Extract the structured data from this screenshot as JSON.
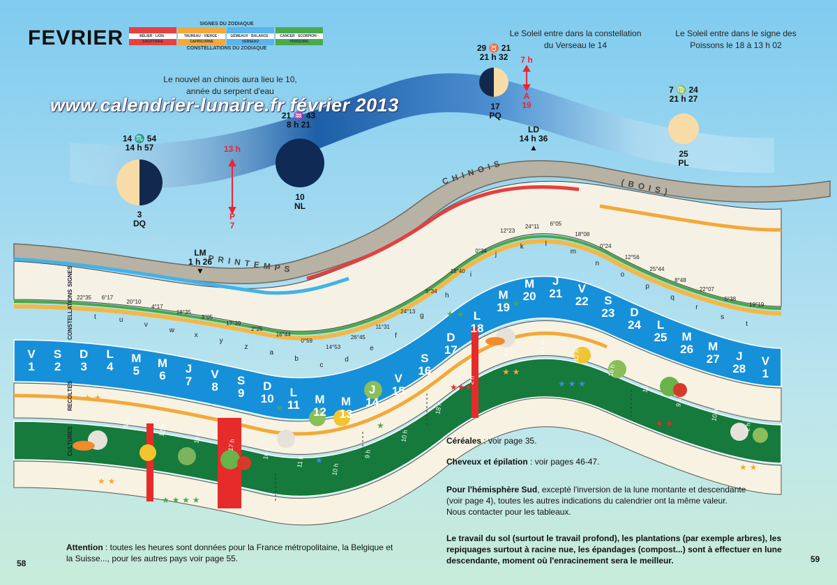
{
  "page": {
    "title": "FEVRIER",
    "page_left": "58",
    "page_right": "59",
    "watermark": "www.calendrier-lunaire.fr février 2013"
  },
  "legend": {
    "top_label": "SIGNES DU ZODIAQUE",
    "bottom_label": "CONSTELLATIONS DU ZODIAQUE",
    "groups": [
      {
        "color": "#e64141",
        "names": "BÉLIER · LION · SAGITTAIRE"
      },
      {
        "color": "#f2a93b",
        "names": "TAUREAU · VIERGE · CAPRICORNE"
      },
      {
        "color": "#5ab5ea",
        "names": "GÉMEAUX · BALANCE · VERSEAU"
      },
      {
        "color": "#4aaa4a",
        "names": "CANCER · SCORPION · POISSONS"
      }
    ]
  },
  "notes": {
    "chinese_new_year_line1": "Le nouvel an chinois aura lieu le 10,",
    "chinese_new_year_line2": "année du serpent d'eau",
    "sun_constellation_line1": "Le Soleil entre dans la constellation",
    "sun_constellation_line2": "du Verseau le 14",
    "sun_sign_line1": "Le Soleil entre dans le signe des",
    "sun_sign_line2": "Poissons le 18 à 13 h 02"
  },
  "moon_phases": [
    {
      "line1": "14 ♏ 54",
      "line2": "14 h 57",
      "day": "3",
      "phase": "DQ"
    },
    {
      "line1": "21 ♒ 43",
      "line2": "8 h 21",
      "day": "10",
      "phase": "NL"
    },
    {
      "line1": "29 ♉ 21",
      "line2": "21 h 32",
      "day": "17",
      "phase": "PQ"
    },
    {
      "line1": "7 ♍ 24",
      "line2": "21 h 27",
      "day": "25",
      "phase": "PL"
    }
  ],
  "perigee": {
    "time": "13 h",
    "label": "P",
    "day": "7"
  },
  "apogee": {
    "time": "7 h",
    "label": "A",
    "day": "19"
  },
  "nodes": [
    {
      "label": "LM",
      "time": "1 h 26"
    },
    {
      "label": "LD",
      "time": "14 h 36"
    }
  ],
  "bands": {
    "printemps": "PRINTEMPS",
    "chinois": "CHINOIS",
    "bois": "(BOIS)"
  },
  "side_labels": [
    "SIGNES",
    "CONSTELLATIONS",
    "RECOLTES",
    "CULTURES"
  ],
  "days": [
    {
      "wd": "V",
      "n": "1"
    },
    {
      "wd": "S",
      "n": "2"
    },
    {
      "wd": "D",
      "n": "3"
    },
    {
      "wd": "L",
      "n": "4"
    },
    {
      "wd": "M",
      "n": "5"
    },
    {
      "wd": "M",
      "n": "6"
    },
    {
      "wd": "J",
      "n": "7"
    },
    {
      "wd": "V",
      "n": "8"
    },
    {
      "wd": "S",
      "n": "9"
    },
    {
      "wd": "D",
      "n": "10"
    },
    {
      "wd": "L",
      "n": "11"
    },
    {
      "wd": "M",
      "n": "12"
    },
    {
      "wd": "M",
      "n": "13"
    },
    {
      "wd": "J",
      "n": "14"
    },
    {
      "wd": "V",
      "n": "15"
    },
    {
      "wd": "S",
      "n": "16"
    },
    {
      "wd": "D",
      "n": "17"
    },
    {
      "wd": "L",
      "n": "18"
    },
    {
      "wd": "M",
      "n": "19"
    },
    {
      "wd": "M",
      "n": "20"
    },
    {
      "wd": "J",
      "n": "21"
    },
    {
      "wd": "V",
      "n": "22"
    },
    {
      "wd": "S",
      "n": "23"
    },
    {
      "wd": "D",
      "n": "24"
    },
    {
      "wd": "L",
      "n": "25"
    },
    {
      "wd": "M",
      "n": "26"
    },
    {
      "wd": "M",
      "n": "27"
    },
    {
      "wd": "J",
      "n": "28"
    },
    {
      "wd": "V",
      "n": "1"
    }
  ],
  "sign_times": [
    "22°35",
    "6°17",
    "20°10",
    "4°17",
    "18°35",
    "3°05",
    "17°39",
    "2°25",
    "16°44",
    "0°59",
    "14°53",
    "26°45",
    "11°31",
    "24°13",
    "6°34",
    "18°40",
    "0°34",
    "12°23",
    "24°11",
    "6°05",
    "18°08",
    "0°24",
    "12°56",
    "25°44",
    "8°48",
    "22°07",
    "5°38",
    "19°19"
  ],
  "letters": [
    "t",
    "u",
    "v",
    "w",
    "x",
    "y",
    "z",
    "a",
    "b",
    "c",
    "d",
    "e",
    "f",
    "g",
    "h",
    "i",
    "j",
    "k",
    "l",
    "m",
    "n",
    "o",
    "p",
    "q",
    "r",
    "s",
    "t"
  ],
  "hour_marks": [
    "5 h",
    "12 h",
    "16 h",
    "17 h",
    "16 h",
    "11 h",
    "10 h",
    "9 h",
    "10 h",
    "18 h",
    "2 h",
    "4 h",
    "17 h",
    "12 h",
    "16 h",
    "10 h",
    "9 h",
    "10 h",
    "2 h"
  ],
  "text": {
    "cereales_bold": "Céréales",
    "cereales_rest": " : voir page 35.",
    "cheveux_bold": "Cheveux et épilation",
    "cheveux_rest": " : voir pages 46-47.",
    "sud_bold": "Pour l'hémisphère Sud",
    "sud_rest": ", excepté l'inversion de la lune montante et descendante (voir page 4), toutes les autres indications du calendrier ont la même valeur. Nous contacter pour les tableaux.",
    "travail": "Le travail du sol (surtout le travail profond), les plantations (par exemple arbres), les repiquages surtout à racine nue, les épandages (compost...) sont à effectuer en lune descendante, moment où l'enracinement sera le meilleur.",
    "attention_bold": "Attention",
    "attention_rest": " : toutes les heures sont données pour la France métropolitaine, la Belgique et la Suisse..., pour les autres pays voir page 55."
  }
}
